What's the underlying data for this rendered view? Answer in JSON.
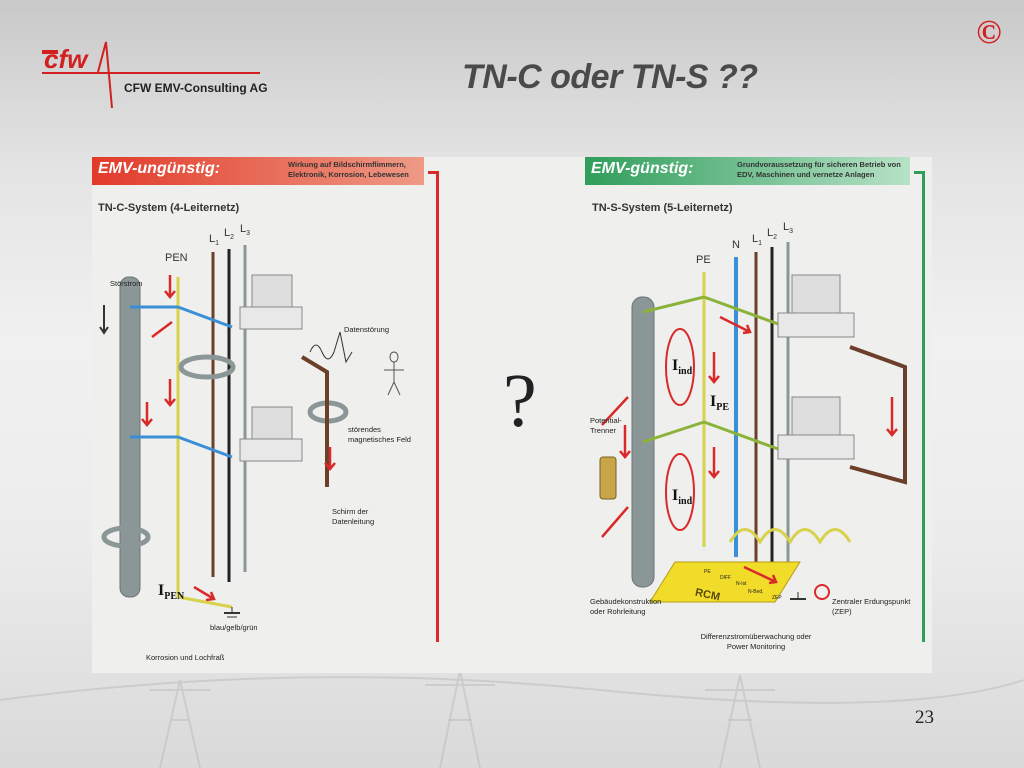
{
  "slide": {
    "copyright_symbol": "©",
    "company": "CFW EMV-Consulting AG",
    "logo_text": "cfw",
    "title": "TN-C oder TN-S ??",
    "question": "?",
    "page_number": "23"
  },
  "left": {
    "banner_title": "EMV-ungünstig:",
    "banner_desc": "Wirkung auf Bildschirmflimmern, Elektronik, Korrosion, Lebewesen",
    "system": "TN-C-System (4-Leiternetz)",
    "conductors": [
      "PEN",
      "L",
      "L",
      "L"
    ],
    "conductor_subs": [
      "",
      "1",
      "2",
      "3"
    ],
    "labels": {
      "stoerstrom": "Störstrom",
      "datenstoerung": "Datenstörung",
      "feld": "störendes magnetisches Feld",
      "schirm": "Schirm der Datenleitung",
      "ipen_main": "I",
      "ipen_sub": "PEN",
      "farbe": "blau/gelb/grün",
      "korrosion": "Korrosion und Lochfraß"
    }
  },
  "right": {
    "banner_title": "EMV-günstig:",
    "banner_desc": "Grundvoraussetzung für sicheren Betrieb von EDV, Maschinen und vernetze Anlagen",
    "system": "TN-S-System (5-Leiternetz)",
    "conductors": [
      "PE",
      "N",
      "L",
      "L",
      "L"
    ],
    "conductor_subs": [
      "",
      "",
      "1",
      "2",
      "3"
    ],
    "labels": {
      "iind_main": "I",
      "iind_sub": "ind",
      "ipe_main": "I",
      "ipe_sub": "PE",
      "trenner": "Potential-Trenner",
      "gebaeude": "Gebäudekonstruktion oder Rohrleitung",
      "rcm": "RCM",
      "rcm_small": [
        "PE",
        "DIFF",
        "N-Ist",
        "N-Bed.",
        "ZEP"
      ],
      "zep": "Zentraler Erdungspunkt (ZEP)",
      "monitoring": "Differenzstromüberwachung oder Power Monitoring"
    }
  },
  "colors": {
    "red": "#d92a2a",
    "green": "#2f9e5b",
    "blue": "#3a8fd6",
    "yellow": "#d8d24a",
    "brown": "#6b3f2a",
    "gray_pipe": "#8b9697"
  }
}
